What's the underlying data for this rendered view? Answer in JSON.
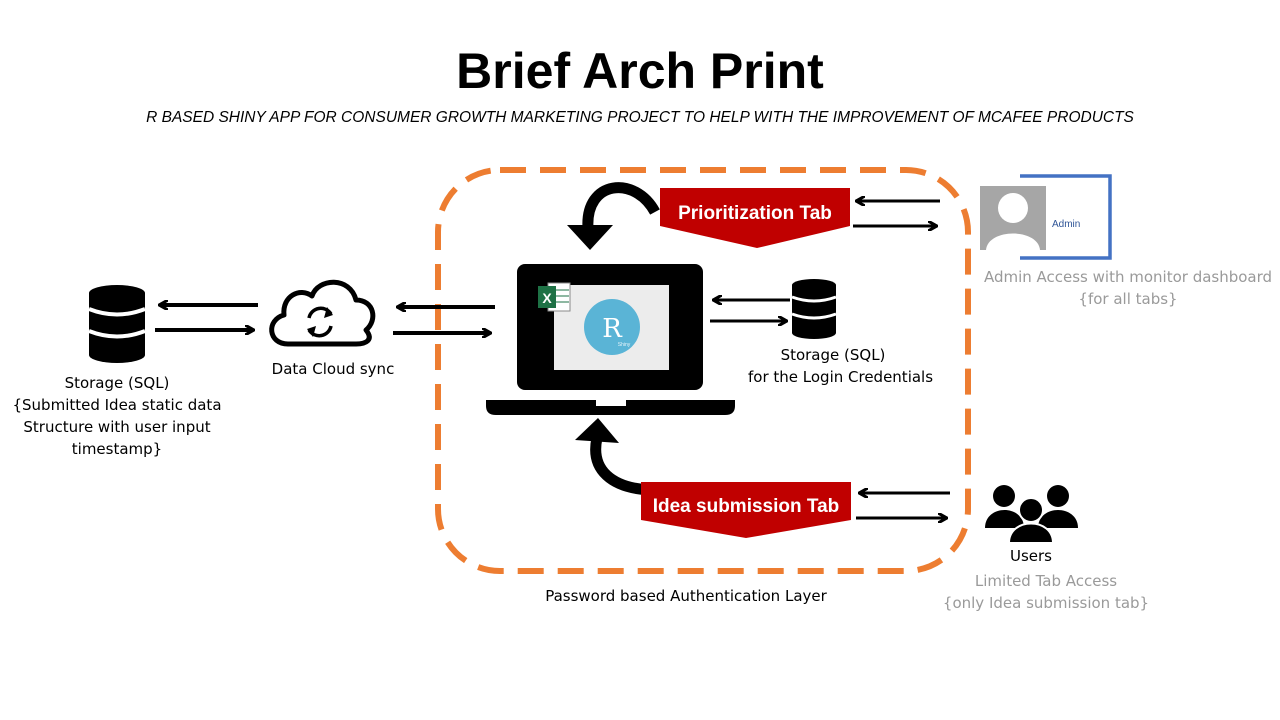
{
  "title": "Brief Arch Print",
  "subtitle": "R BASED SHINY APP FOR  CONSUMER GROWTH MARKETING PROJECT  TO HELP WITH THE IMPROVEMENT OF MCAFEE PRODUCTS",
  "storage_left": {
    "line1": "Storage (SQL)",
    "line2": "{Submitted Idea static data",
    "line3": "Structure with user input",
    "line4": "timestamp}"
  },
  "cloud_label": "Data Cloud sync",
  "storage_right": {
    "line1": "Storage (SQL)",
    "line2": "for the Login Credentials"
  },
  "tabs": {
    "prioritization": "Prioritization Tab",
    "idea_submission": "Idea submission Tab"
  },
  "admin": {
    "badge": "Admin",
    "line1": "Admin Access with monitor dashboard",
    "line2": "{for all tabs}"
  },
  "users": {
    "title": "Users",
    "line1": "Limited Tab Access",
    "line2": "{only Idea submission tab}"
  },
  "auth_layer_label": "Password based Authentication Layer",
  "logo": {
    "excel_letter": "X",
    "r_letter": "R",
    "r_sub": "Shiny"
  },
  "colors": {
    "dash_border": "#ed7d31",
    "tab_fill": "#c00000",
    "admin_bracket": "#4472c4",
    "avatar_bg": "#a6a6a6",
    "muted_text": "#9a9a9a",
    "r_logo": "#5ab4d6",
    "excel_green": "#1e7145"
  },
  "icons": [
    "database-icon",
    "cloud-sync-icon",
    "laptop-icon",
    "excel-icon",
    "r-shiny-icon",
    "curved-arrow-icon",
    "bidirectional-arrow-icon",
    "user-avatar-icon",
    "users-group-icon"
  ]
}
